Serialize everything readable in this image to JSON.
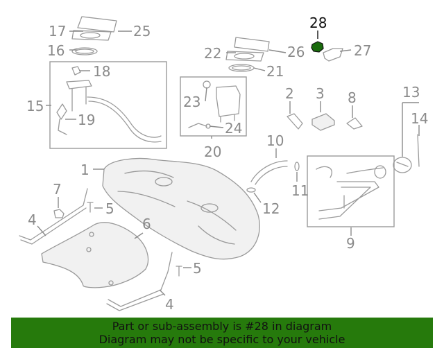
{
  "diagram": {
    "highlight_part": "28",
    "highlight_color": "#1a6b0d",
    "callouts": {
      "c1": "1",
      "c2": "2",
      "c3": "3",
      "c4a": "4",
      "c4b": "4",
      "c5a": "5",
      "c5b": "5",
      "c6": "6",
      "c7": "7",
      "c8": "8",
      "c9": "9",
      "c10": "10",
      "c11": "11",
      "c12": "12",
      "c13": "13",
      "c14": "14",
      "c15": "15",
      "c16": "16",
      "c17": "17",
      "c18": "18",
      "c19": "19",
      "c20": "20",
      "c21": "21",
      "c22": "22",
      "c23": "23",
      "c24": "24",
      "c25": "25",
      "c26": "26",
      "c27": "27",
      "c28": "28"
    }
  },
  "banner": {
    "background": "#267a0c",
    "line1": "Part or sub-assembly is #28 in diagram",
    "line2": "Diagram may not be specific to your vehicle"
  }
}
